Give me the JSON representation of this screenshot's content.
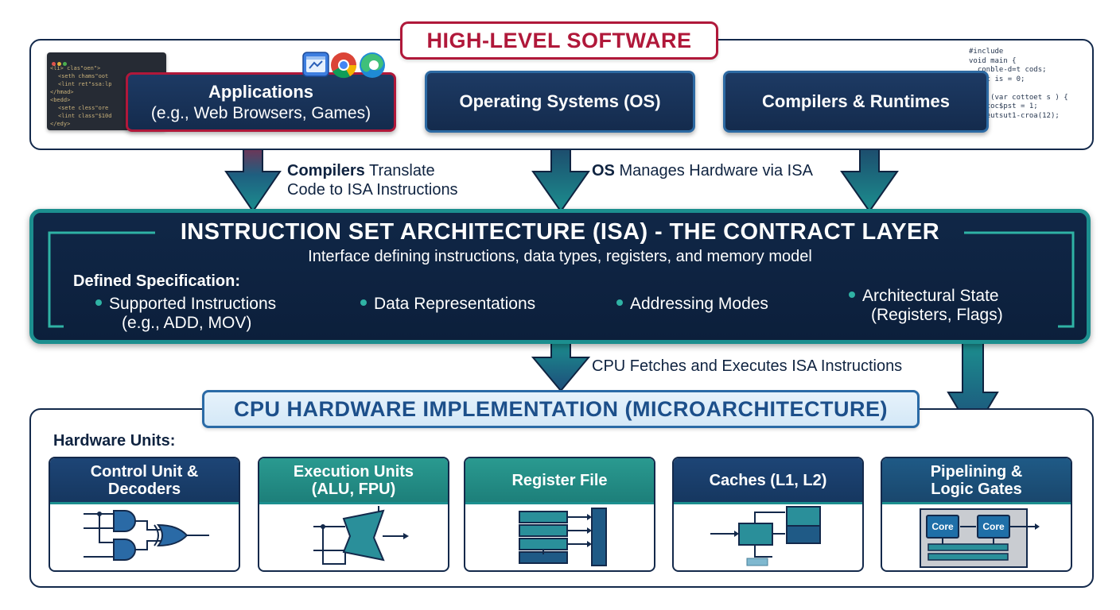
{
  "high_level": {
    "title": "HIGH-LEVEL SOFTWARE",
    "applications": {
      "title": "Applications",
      "subtitle": "(e.g., Web Browsers, Games)"
    },
    "os": {
      "title": "Operating Systems (OS)"
    },
    "compilers": {
      "title": "Compilers & Runtimes"
    },
    "html_code_lines": [
      "<li> clas\"oen\">",
      "<seth chams\"oot",
      "<lint ret\"ssa:lp",
      "</hmad>",
      "<bedd>",
      "<sete cless\"ore",
      "<lint class\"$10d",
      "</edy>"
    ],
    "c_code_lines": [
      "#include",
      "void main {",
      "  conble-d=t cods;",
      "  int is = 0;",
      "  ...",
      "  if (var cottoet s ) {",
      "    coc$pst = 1;",
      "    eutsut1-croa(12);",
      "  }"
    ]
  },
  "arrows": {
    "compilers_bold": "Compilers",
    "compilers_rest_line1": " Translate",
    "compilers_line2": "Code to ISA Instructions",
    "os_bold": "OS",
    "os_rest": " Manages Hardware via ISA",
    "cpu_fetch": "CPU Fetches and Executes ISA Instructions"
  },
  "isa": {
    "title": "INSTRUCTION SET ARCHITECTURE (ISA) - THE CONTRACT LAYER",
    "subtitle": "Interface defining instructions, data types, registers, and memory model",
    "spec_label": "Defined Specification:",
    "bullets": [
      {
        "line1": "Supported Instructions",
        "line2": "(e.g., ADD, MOV)"
      },
      {
        "line1": "Data Representations",
        "line2": ""
      },
      {
        "line1": "Addressing Modes",
        "line2": ""
      },
      {
        "line1": "Architectural State",
        "line2": "(Registers, Flags)"
      }
    ]
  },
  "cpu": {
    "title": "CPU HARDWARE IMPLEMENTATION (MICROARCHITECTURE)",
    "units_label": "Hardware Units:",
    "units": [
      {
        "line1": "Control Unit &",
        "line2": "Decoders"
      },
      {
        "line1": "Execution Units",
        "line2": "(ALU, FPU)"
      },
      {
        "line1": "Register File",
        "line2": ""
      },
      {
        "line1": "Caches (L1, L2)",
        "line2": ""
      },
      {
        "line1": "Pipelining &",
        "line2": "Logic Gates"
      }
    ],
    "core_labels": [
      "Core",
      "Core"
    ]
  },
  "colors": {
    "navy": "#13294b",
    "crimson": "#b0183a",
    "teal": "#1c8f8f",
    "blue": "#2a6aa6"
  }
}
